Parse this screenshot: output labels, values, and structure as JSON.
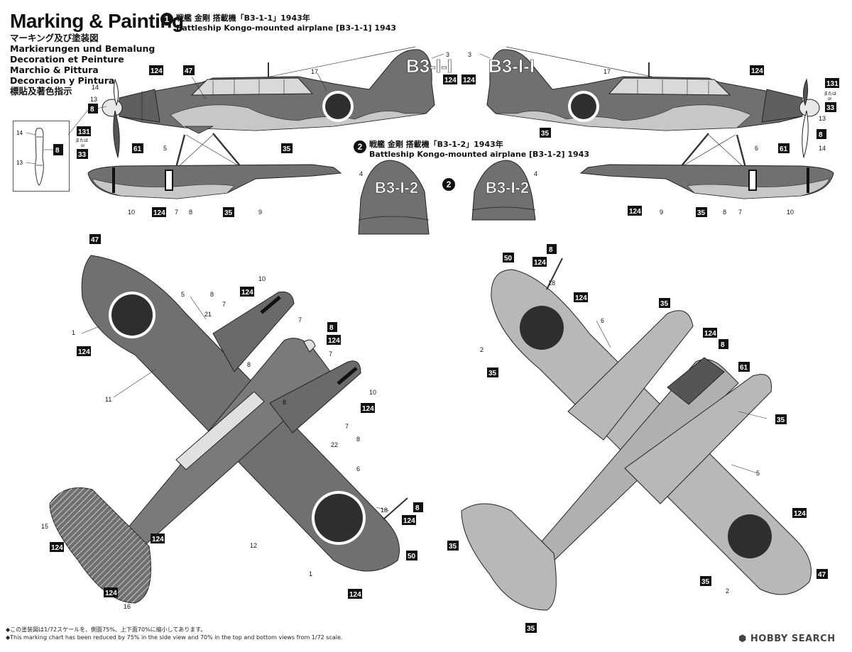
{
  "header": {
    "title": "Marking & Painting",
    "subtitles": [
      "マーキング及び塗装図",
      "Markierungen und Bemalung",
      "Decoration et Peinture",
      "Marchio & Pittura",
      "Decoracion y Pintura",
      "標貼及著色指示"
    ]
  },
  "version1": {
    "badge": "1",
    "caption_jp": "戦艦 金剛 搭載機「B3-1-1」1943年",
    "caption_en": "Battleship Kongo-mounted airplane [B3-1-1] 1943",
    "tail_code": "B3-I-I"
  },
  "version2": {
    "badge": "2",
    "caption_jp": "戦艦 金剛 搭載機「B3-1-2」1943年",
    "caption_en": "Battleship Kongo-mounted airplane [B3-1-2] 1943",
    "tail_code": "B3-I-2"
  },
  "colors": {
    "upper": "#707070",
    "lower": "#b8b8b8",
    "hinomaru": "#2e2e2e",
    "badge": "#111111",
    "line": "#333333"
  },
  "callouts": {
    "c1": "1",
    "c2": "2",
    "c3": "3",
    "c4": "4",
    "c5": "5",
    "c6": "6",
    "c7": "7",
    "c8": "8",
    "c9": "9",
    "c10": "10",
    "c11": "11",
    "c12": "12",
    "c13": "13",
    "c14": "14",
    "c15": "15",
    "c16": "16",
    "c17": "17",
    "c18": "18",
    "c21": "21",
    "c22": "22",
    "c33": "33",
    "c35": "35",
    "c47": "47",
    "c50": "50",
    "c61": "61",
    "c124": "124",
    "c131": "131",
    "alt_jp": "または",
    "alt_en": "or"
  },
  "footer": {
    "note_jp": "◆この塗装図は1/72スケールを、側面75%、上下面70%に縮小してあります。",
    "note_en": "◆This marking chart has been reduced by 75% in the side view and 70% in the top and bottom views from 1/72 scale."
  },
  "watermark": "HOBBY SEARCH"
}
